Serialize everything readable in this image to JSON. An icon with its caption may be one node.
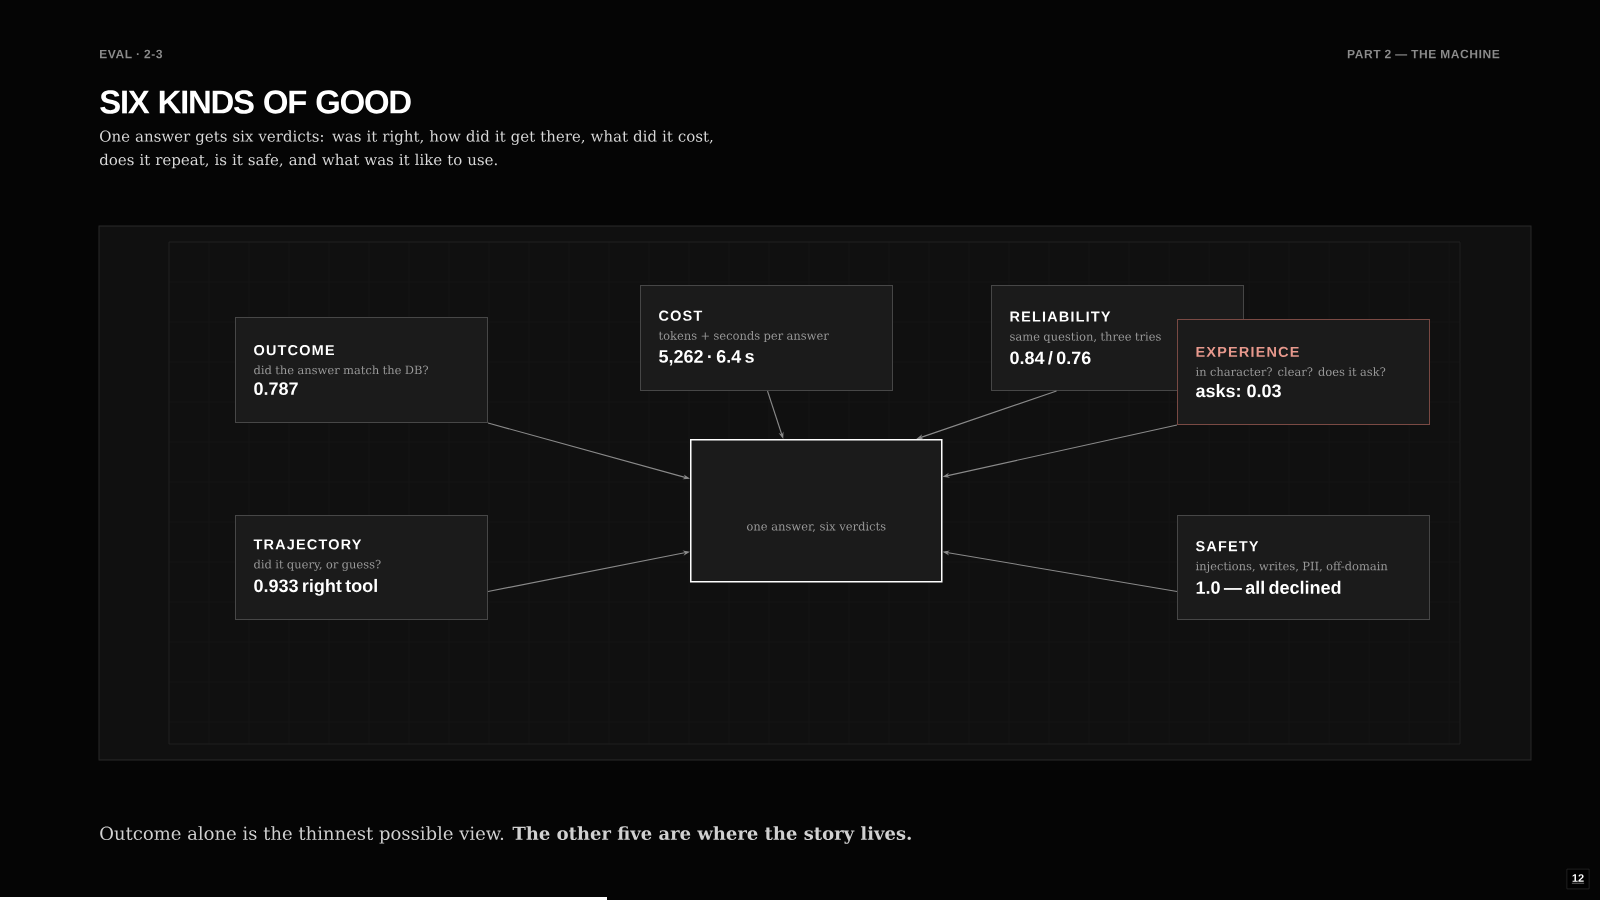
{
  "diagram": {
    "title": "SIX KINDS OF GOOD",
    "nodes": [
      {
        "text": [
          "COST",
          "tokens + seconds per answer",
          "5,262 · 6.4 s"
        ]
      },
      {
        "text": [
          "RELIABILITY",
          "same question, three tries",
          "0.84 / 0.76"
        ]
      },
      {
        "text": [
          "OUTCOME",
          "did the answer match the DB?",
          "0.787"
        ]
      },
      {
        "text": [
          "EXPERIENCE",
          "in character? clear? does it ask?",
          "asks: 0.03"
        ]
      },
      {
        "text": [
          "one answer, six verdicts"
        ]
      },
      {
        "text": [
          "TRAJECTORY",
          "did it query, or guess?",
          "0.933 right tool"
        ]
      },
      {
        "text": [
          "SAFETY",
          "injections, writes, PII, off-domain",
          "1.0 — all declined"
        ]
      }
    ],
    "edges": [
      {
        "from": 2,
        "to": 4,
        "arrow": "to"
      },
      {
        "from": 0,
        "to": 4,
        "arrow": "to"
      },
      {
        "from": 1,
        "to": 4,
        "arrow": "to"
      },
      {
        "from": 3,
        "to": 4,
        "arrow": "to"
      },
      {
        "from": 5,
        "to": 4,
        "arrow": "to"
      },
      {
        "from": 6,
        "to": 4,
        "arrow": "to"
      }
    ],
    "labels": [
      "EVAL · 2-3",
      "PART 2 — THE MACHINE",
      "One answer gets six verdicts: was it right, how did it get there, what did it cost, does it repeat, is it safe, and what was it like to use.",
      "Outcome alone is the thinnest possible view. **The other five are where the story lives.**",
      "12"
    ]
  }
}
